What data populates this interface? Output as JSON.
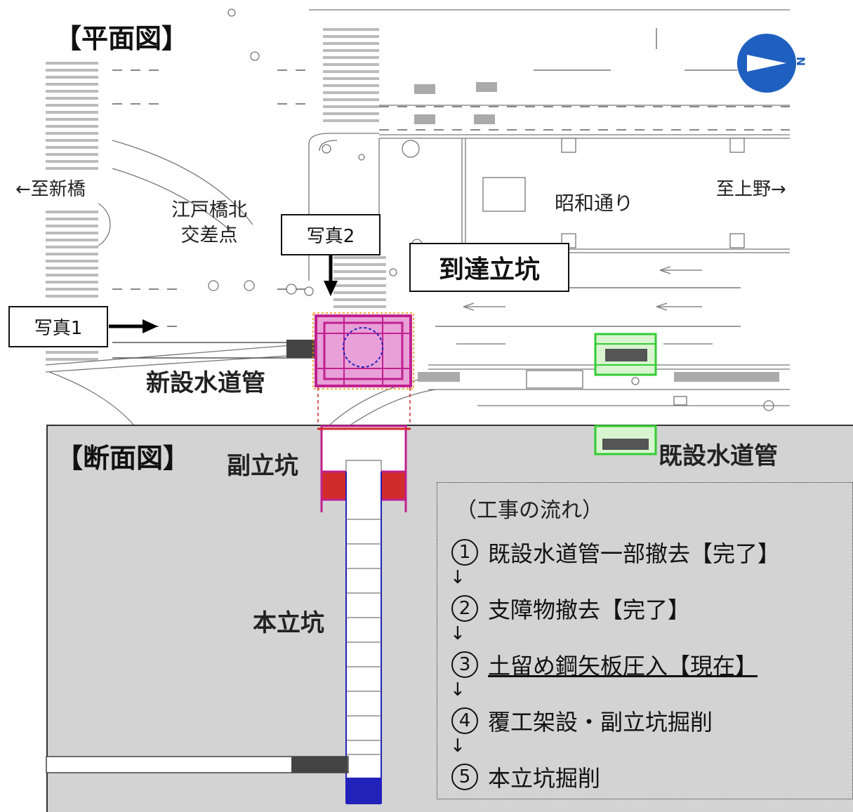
{
  "plan": {
    "title": "【平面図】",
    "to_shinbashi": "←至新橋",
    "to_ueno": "至上野→",
    "intersection": "江戸橋北\n交差点",
    "showa_dori": "昭和通り",
    "photo1": "写真1",
    "photo2": "写真2",
    "arrival_shaft": "到達立坑",
    "new_pipe": "新設水道管",
    "north_mark": "N"
  },
  "section": {
    "title": "【断面図】",
    "sub_shaft": "副立坑",
    "main_shaft": "本立坑",
    "existing_pipe": "既設水道管"
  },
  "flow": {
    "heading": "（工事の流れ）",
    "arrow": "↓",
    "steps": [
      {
        "num": "1",
        "text": "既設水道管一部撤去【完了】"
      },
      {
        "num": "2",
        "text": "支障物撤去【完了】"
      },
      {
        "num": "3",
        "text": "土留め鋼矢板圧入【現在】"
      },
      {
        "num": "4",
        "text": "覆工架設・副立坑掘削"
      },
      {
        "num": "5",
        "text": "本立坑掘削"
      }
    ]
  },
  "colors": {
    "shaft_magenta": "#c0208f",
    "pipe_green": "#33cc33",
    "section_gray": "#d3d3d3",
    "compass_blue": "#1f5fbf",
    "earth_red": "#d22b2b",
    "shaft_blue": "#2222bb"
  }
}
